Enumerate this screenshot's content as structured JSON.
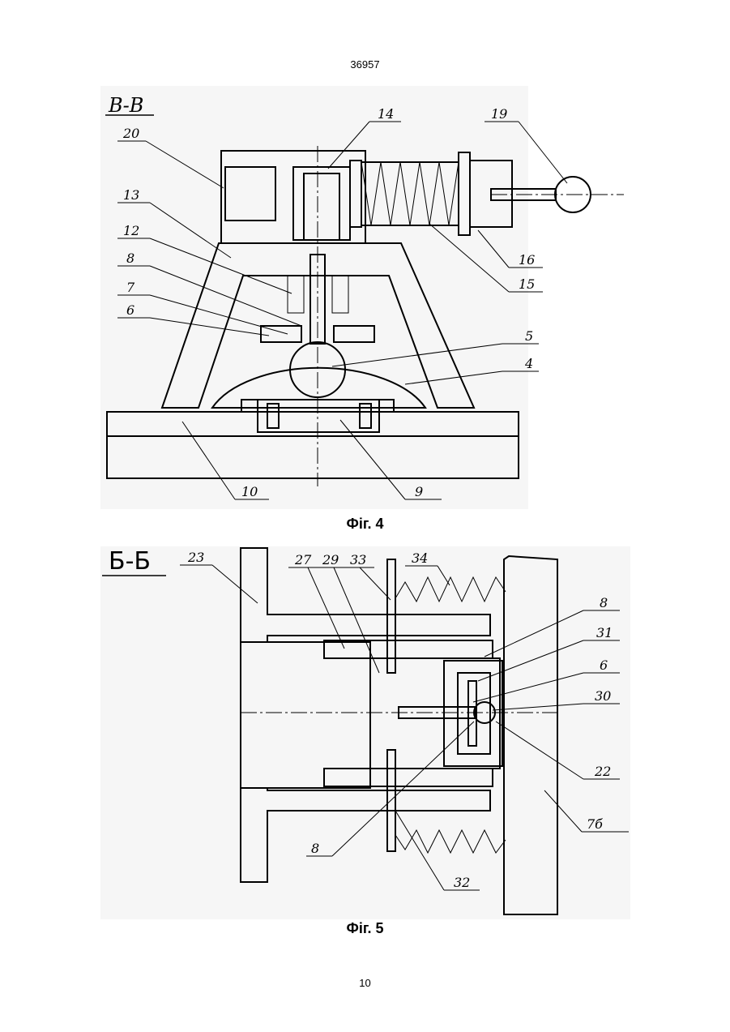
{
  "header": {
    "patent_number": "36957"
  },
  "footer": {
    "page_number": "10"
  },
  "figure4": {
    "section_label": "В-В",
    "caption": "Фіг. 4",
    "callouts": {
      "l20": "20",
      "l14": "14",
      "l19": "19",
      "l13": "13",
      "l12": "12",
      "l8": "8",
      "l7": "7",
      "l6": "6",
      "l5": "5",
      "l4": "4",
      "l16": "16",
      "l15": "15",
      "l10": "10",
      "l9": "9"
    }
  },
  "figure5": {
    "section_label": "Б-Б",
    "caption": "Фіг. 5",
    "callouts": {
      "l23": "23",
      "l27": "27",
      "l29": "29",
      "l33": "33",
      "l34": "34",
      "l8a": "8",
      "l31": "31",
      "l6": "6",
      "l30": "30",
      "l22": "22",
      "l7b": "7б",
      "l8b": "8",
      "l32": "32"
    }
  }
}
